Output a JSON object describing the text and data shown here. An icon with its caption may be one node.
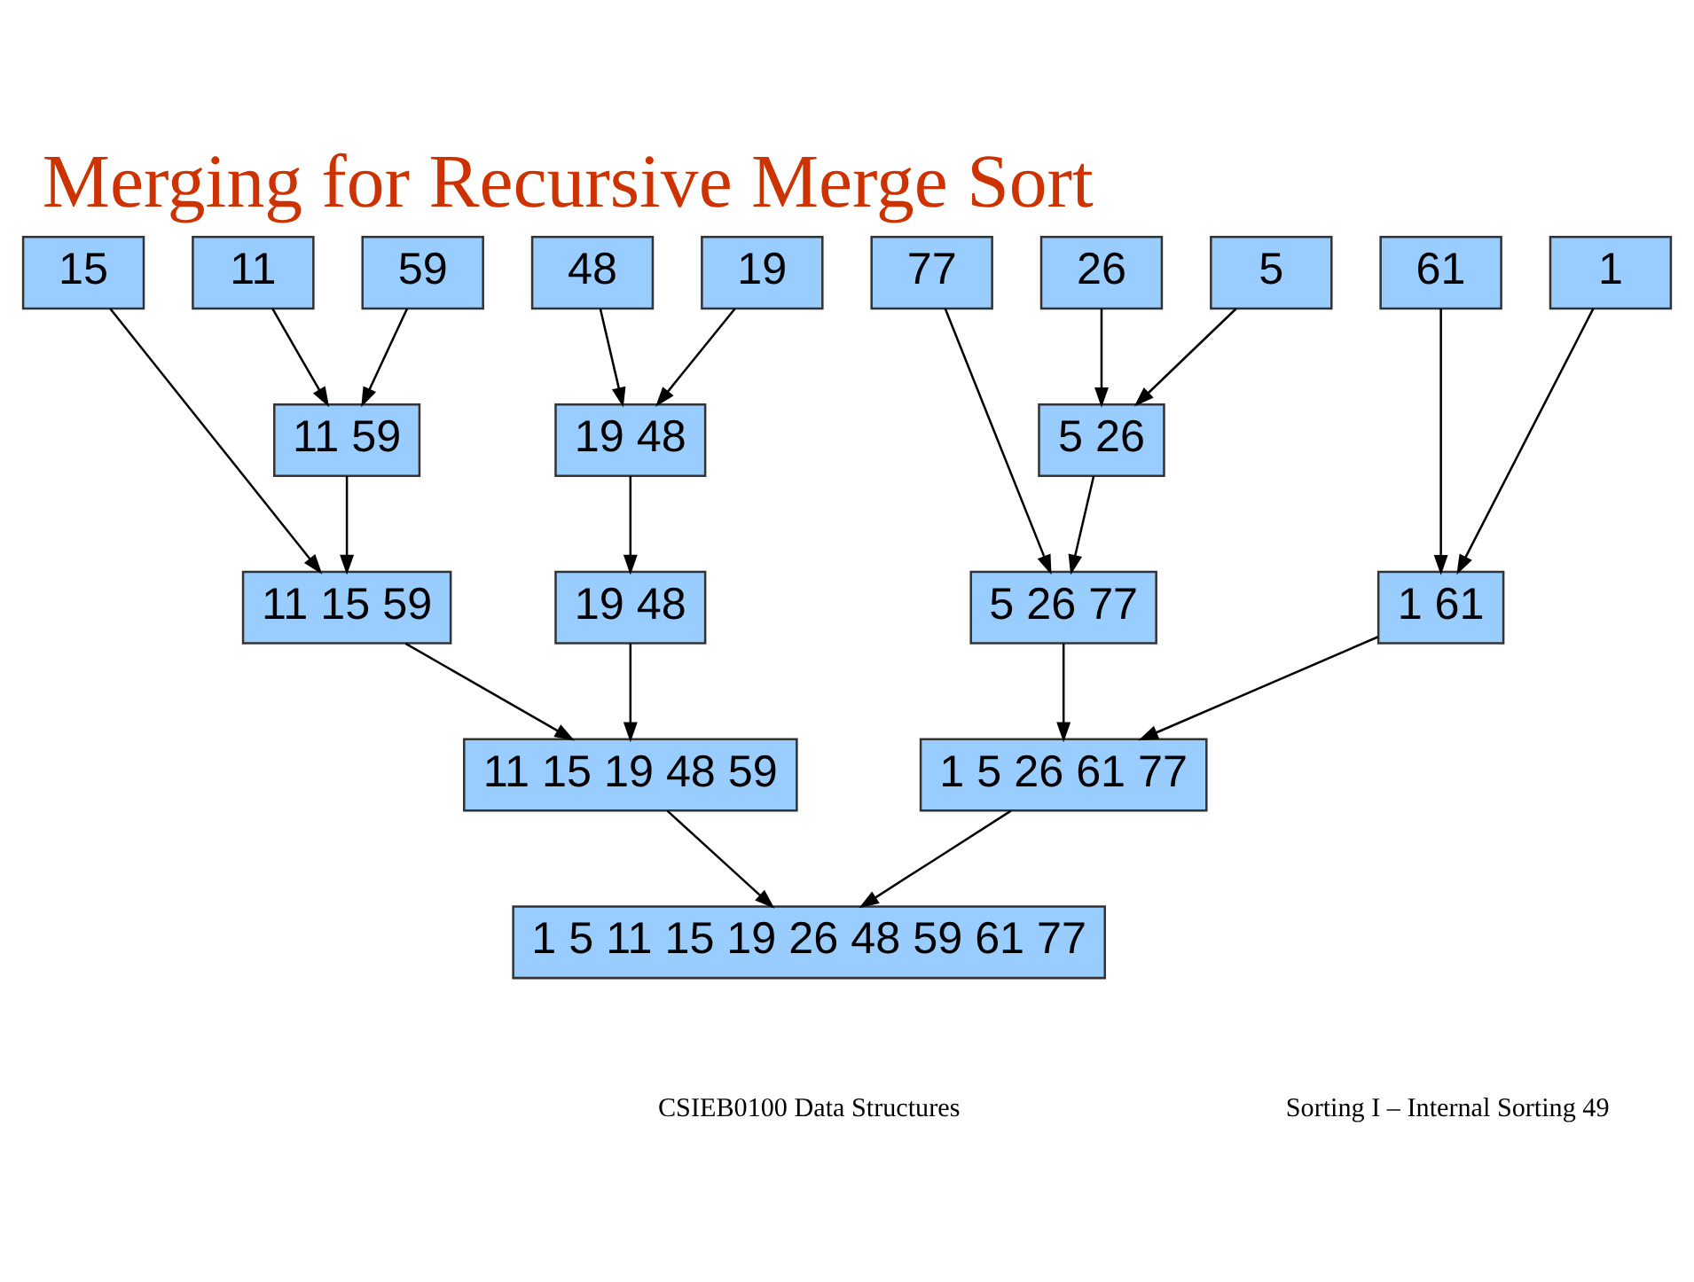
{
  "diagram": {
    "title": "Merging for Recursive Merge Sort",
    "nodes": [
      {
        "text": [
          "26"
        ]
      },
      {
        "text": [
          "5"
        ]
      },
      {
        "text": [
          "77"
        ]
      },
      {
        "text": [
          "1"
        ]
      },
      {
        "text": [
          "61"
        ]
      },
      {
        "text": [
          "11"
        ]
      },
      {
        "text": [
          "59"
        ]
      },
      {
        "text": [
          "15"
        ]
      },
      {
        "text": [
          "48"
        ]
      },
      {
        "text": [
          "19"
        ]
      },
      {
        "text": [
          "5 26"
        ]
      },
      {
        "text": [
          "11 59"
        ]
      },
      {
        "text": [
          "19 48"
        ]
      },
      {
        "text": [
          "5 26 77"
        ]
      },
      {
        "text": [
          "1 61"
        ]
      },
      {
        "text": [
          "11 15 59"
        ]
      },
      {
        "text": [
          "19 48"
        ]
      },
      {
        "text": [
          "1 5 26 61 77"
        ]
      },
      {
        "text": [
          "11 15 19 48 59"
        ]
      },
      {
        "text": [
          "1 5 11 15 19 26 48 59 61 77"
        ]
      }
    ],
    "edges": [
      {
        "from": 0,
        "to": 10,
        "arrow": "to"
      },
      {
        "from": 1,
        "to": 10,
        "arrow": "to"
      },
      {
        "from": 5,
        "to": 11,
        "arrow": "to"
      },
      {
        "from": 6,
        "to": 11,
        "arrow": "to"
      },
      {
        "from": 8,
        "to": 12,
        "arrow": "to"
      },
      {
        "from": 9,
        "to": 12,
        "arrow": "to"
      },
      {
        "from": 10,
        "to": 13,
        "arrow": "to"
      },
      {
        "from": 2,
        "to": 13,
        "arrow": "to"
      },
      {
        "from": 3,
        "to": 14,
        "arrow": "to"
      },
      {
        "from": 4,
        "to": 14,
        "arrow": "to"
      },
      {
        "from": 11,
        "to": 15,
        "arrow": "to"
      },
      {
        "from": 7,
        "to": 15,
        "arrow": "to"
      },
      {
        "from": 12,
        "to": 16,
        "arrow": "to"
      },
      {
        "from": 13,
        "to": 17,
        "arrow": "to"
      },
      {
        "from": 14,
        "to": 17,
        "arrow": "to"
      },
      {
        "from": 15,
        "to": 18,
        "arrow": "to"
      },
      {
        "from": 16,
        "to": 18,
        "arrow": "to"
      },
      {
        "from": 17,
        "to": 19,
        "arrow": "to"
      },
      {
        "from": 18,
        "to": 19,
        "arrow": "to"
      }
    ],
    "labels": [
      "CSIEB0100 Data Structures",
      "Sorting I – Internal Sorting 49"
    ]
  }
}
